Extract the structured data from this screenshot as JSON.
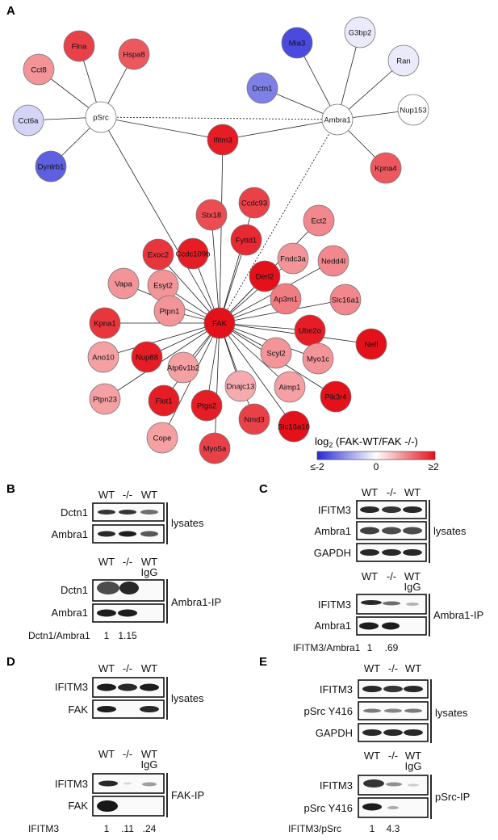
{
  "panels": {
    "A": {
      "letter": "A"
    },
    "B": {
      "letter": "B",
      "lysate_header": [
        "WT",
        "-/-",
        "WT"
      ],
      "lysate_rows": [
        "Dctn1",
        "Ambra1"
      ],
      "lysate_bracket": "lysates",
      "ip_header": [
        "WT",
        "-/-",
        "WT"
      ],
      "ip_header_sub": "IgG",
      "ip_rows": [
        "Dctn1",
        "Ambra1"
      ],
      "ip_bracket": "Ambra1-IP",
      "quant_label": "Dctn1/Ambra1",
      "quant_values": [
        "1",
        "1.15"
      ]
    },
    "C": {
      "letter": "C",
      "lysate_header": [
        "WT",
        "-/-",
        "WT"
      ],
      "lysate_rows": [
        "IFITM3",
        "Ambra1",
        "GAPDH"
      ],
      "lysate_bracket": "lysates",
      "ip_header": [
        "WT",
        "-/-",
        "WT"
      ],
      "ip_header_sub": "IgG",
      "ip_rows": [
        "IFITM3",
        "Ambra1"
      ],
      "ip_bracket": "Ambra1-IP",
      "quant_label": "IFITM3/Ambra1",
      "quant_values": [
        "1",
        ".69"
      ]
    },
    "D": {
      "letter": "D",
      "lysate_header": [
        "WT",
        "-/-",
        "WT"
      ],
      "lysate_rows": [
        "IFITM3",
        "FAK"
      ],
      "lysate_bracket": "lysates",
      "ip_header": [
        "WT",
        "-/-",
        "WT"
      ],
      "ip_header_sub": "IgG",
      "ip_rows": [
        "IFITM3",
        "FAK"
      ],
      "ip_bracket": "FAK-IP",
      "quant_label": "IFITM3",
      "quant_values": [
        "1",
        ".11",
        ".24"
      ]
    },
    "E": {
      "letter": "E",
      "lysate_header": [
        "WT",
        "-/-",
        "WT"
      ],
      "lysate_rows": [
        "IFITM3",
        "pSrc Y416",
        "GAPDH"
      ],
      "lysate_bracket": "lysates",
      "ip_header": [
        "WT",
        "-/-",
        "WT"
      ],
      "ip_header_sub": "IgG",
      "ip_rows": [
        "IFITM3",
        "pSrc Y416"
      ],
      "ip_bracket": "pSrc-IP",
      "quant_label": "IFITM3/pSrc",
      "quant_values": [
        "1",
        "4.3"
      ]
    }
  },
  "network": {
    "hubs": [
      "pSrc",
      "Ambra1",
      "FAK",
      "Ifitm3"
    ],
    "nodes": [
      {
        "label": "Flna",
        "hub": "pSrc",
        "log2": 1.6
      },
      {
        "label": "Hspa8",
        "hub": "pSrc",
        "log2": 1.4
      },
      {
        "label": "Cct8",
        "hub": "pSrc",
        "log2": 0.9
      },
      {
        "label": "Cct6a",
        "hub": "pSrc",
        "log2": -0.4
      },
      {
        "label": "Dynlrb1",
        "hub": "pSrc",
        "log2": -1.5
      },
      {
        "label": "Mia3",
        "hub": "Ambra1",
        "log2": -1.7
      },
      {
        "label": "G3bp2",
        "hub": "Ambra1",
        "log2": -0.2
      },
      {
        "label": "Ran",
        "hub": "Ambra1",
        "log2": -0.2
      },
      {
        "label": "Nup153",
        "hub": "Ambra1",
        "log2": 0
      },
      {
        "label": "Dctn1",
        "hub": "Ambra1",
        "log2": -1.2
      },
      {
        "label": "Kpna4",
        "hub": "Ambra1",
        "log2": 1.4
      },
      {
        "label": "Ifitm3",
        "hub": "FAK",
        "log2": 1.9
      },
      {
        "label": "Stx18",
        "hub": "FAK",
        "log2": 1.5
      },
      {
        "label": "Ccdc93",
        "hub": "FAK",
        "log2": 1.6
      },
      {
        "label": "Fyttd1",
        "hub": "FAK",
        "log2": 1.8
      },
      {
        "label": "Ect2",
        "hub": "FAK",
        "log2": 1.0
      },
      {
        "label": "Exoc2",
        "hub": "FAK",
        "log2": 1.7
      },
      {
        "label": "Ccdc109b",
        "hub": "FAK",
        "log2": 1.9
      },
      {
        "label": "Fndc3a",
        "hub": "FAK",
        "log2": 0.9
      },
      {
        "label": "Nedd4l",
        "hub": "FAK",
        "log2": 1.0
      },
      {
        "label": "Derl2",
        "hub": "FAK",
        "log2": 2.0
      },
      {
        "label": "Vapa",
        "hub": "FAK",
        "log2": 0.9
      },
      {
        "label": "Esyt2",
        "hub": "FAK",
        "log2": 0.9
      },
      {
        "label": "Ap3m1",
        "hub": "FAK",
        "log2": 1.1
      },
      {
        "label": "Slc16a1",
        "hub": "FAK",
        "log2": 1.0
      },
      {
        "label": "Ptpn1",
        "hub": "FAK",
        "log2": 0.9
      },
      {
        "label": "Kpna1",
        "hub": "FAK",
        "log2": 1.7
      },
      {
        "label": "Ube2o",
        "hub": "FAK",
        "log2": 1.9
      },
      {
        "label": "Nefl",
        "hub": "FAK",
        "log2": 2.0
      },
      {
        "label": "Ano10",
        "hub": "FAK",
        "log2": 0.8
      },
      {
        "label": "Nup88",
        "hub": "FAK",
        "log2": 1.9
      },
      {
        "label": "Atp6v1b2",
        "hub": "FAK",
        "log2": 0.8
      },
      {
        "label": "Scyl2",
        "hub": "FAK",
        "log2": 0.9
      },
      {
        "label": "Myo1c",
        "hub": "FAK",
        "log2": 0.9
      },
      {
        "label": "Dnajc13",
        "hub": "FAK",
        "log2": 0.7
      },
      {
        "label": "Aimp1",
        "hub": "FAK",
        "log2": 0.8
      },
      {
        "label": "Ptpn23",
        "hub": "FAK",
        "log2": 0.8
      },
      {
        "label": "Flot1",
        "hub": "FAK",
        "log2": 1.9
      },
      {
        "label": "Ptgs2",
        "hub": "FAK",
        "log2": 1.9
      },
      {
        "label": "Pik3r4",
        "hub": "FAK",
        "log2": 2.0
      },
      {
        "label": "Nmd3",
        "hub": "FAK",
        "log2": 1.6
      },
      {
        "label": "Slc16a10",
        "hub": "FAK",
        "log2": 2.0
      },
      {
        "label": "Cope",
        "hub": "FAK",
        "log2": 0.8
      },
      {
        "label": "Myo5a",
        "hub": "FAK",
        "log2": 1.6
      }
    ]
  },
  "legend": {
    "title_prefix": "log",
    "title_sub": "2",
    "title_suffix": " (FAK-WT/FAK -/-)",
    "tick_min": "≤-2",
    "tick_mid": "0",
    "tick_max": "≥2",
    "color_low": "#2a2ad8",
    "color_mid": "#ffffff",
    "color_high": "#e5111a"
  }
}
